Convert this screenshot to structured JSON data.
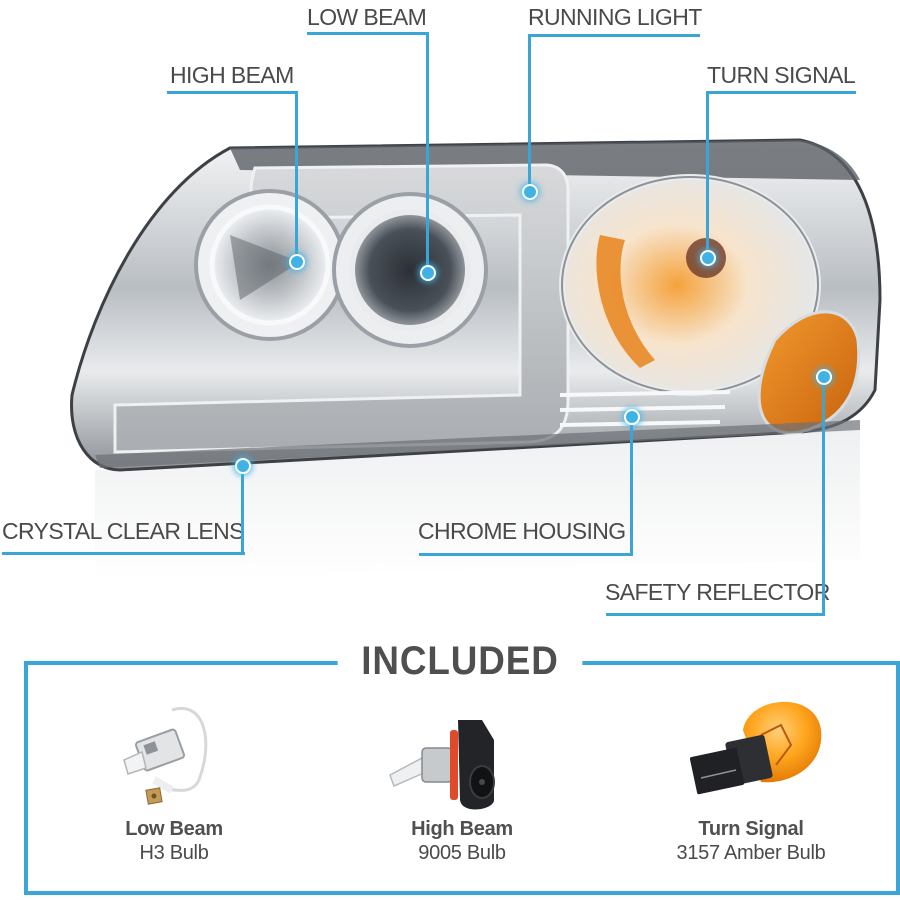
{
  "callouts": {
    "high_beam": "HIGH BEAM",
    "low_beam": "LOW BEAM",
    "running_light": "RUNNING LIGHT",
    "turn_signal": "TURN SIGNAL",
    "crystal_clear_lens": "CRYSTAL CLEAR LENS",
    "chrome_housing": "CHROME HOUSING",
    "safety_reflector": "SAFETY REFLECTOR"
  },
  "included": {
    "title": "INCLUDED",
    "items": [
      {
        "name": "Low Beam",
        "type": "H3 Bulb"
      },
      {
        "name": "High Beam",
        "type": "9005 Bulb"
      },
      {
        "name": "Turn Signal",
        "type": "3157 Amber Bulb"
      }
    ]
  },
  "colors": {
    "accent": "#3aa6d8",
    "label_text": "#4a4a4a",
    "amber": "#e8841c",
    "chrome": "#c9cdd1"
  }
}
